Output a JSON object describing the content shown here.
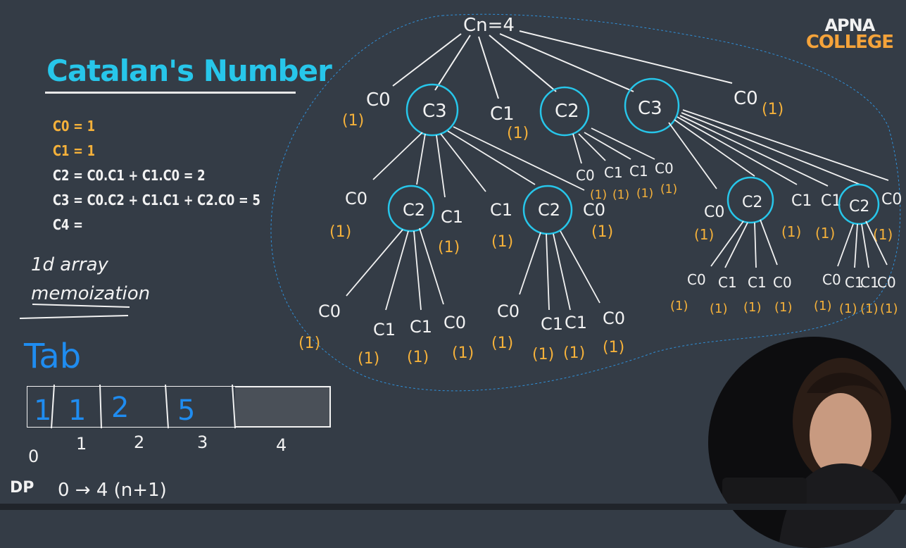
{
  "title": "Catalan's Number",
  "logo": {
    "line1": "APNA",
    "line2": "COLLEGE"
  },
  "definitions": {
    "c0": "C0 = 1",
    "c1": "C1 = 1",
    "c2": "C2 = C0.C1 + C1.C0 = 2",
    "c3": "C3 = C0.C2 + C1.C1 + C2.C0 = 5",
    "c4": "C4 ="
  },
  "notes": {
    "line1": "1d array",
    "line2": "memoization"
  },
  "tab": {
    "label": "Tab",
    "cells": [
      "1",
      "1",
      "2",
      "5",
      ""
    ],
    "indices": [
      "0",
      "1",
      "2",
      "3",
      "4"
    ]
  },
  "dp": {
    "label": "DP",
    "range": "0 → 4 (n+1)"
  },
  "tree": {
    "root": "Cn=4",
    "level1": [
      "C0",
      "(1)",
      "C3",
      "C1",
      "(1)",
      "C2",
      "C3",
      "C0",
      "(1)"
    ],
    "one": "(1)"
  },
  "colors": {
    "accent": "#27c6ea",
    "highlight": "#f5b13a",
    "chalk": "#f2f2f2",
    "background": "#343c46"
  }
}
